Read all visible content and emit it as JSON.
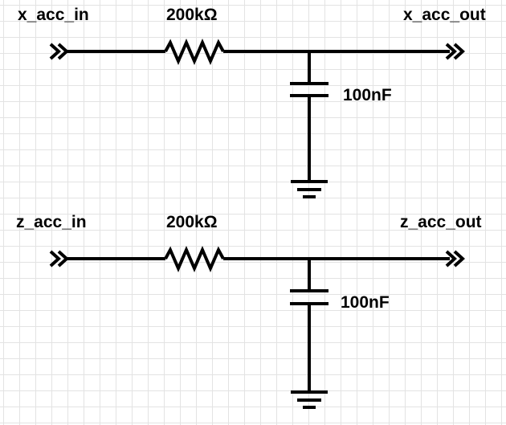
{
  "colors": {
    "wire": "#000000",
    "grid": "#e3e3e3",
    "background": "#ffffff"
  },
  "circuits": [
    {
      "input_label": "x_acc_in",
      "resistor_label": "200kΩ",
      "output_label": "x_acc_out",
      "capacitor_label": "100nF"
    },
    {
      "input_label": "z_acc_in",
      "resistor_label": "200kΩ",
      "output_label": "z_acc_out",
      "capacitor_label": "100nF"
    }
  ]
}
